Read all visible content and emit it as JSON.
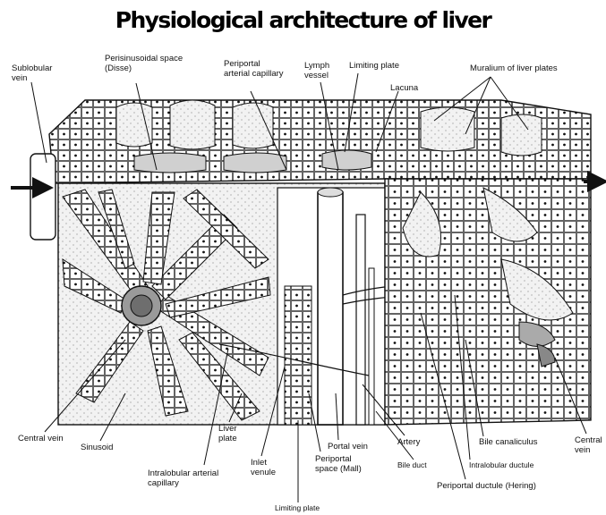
{
  "title": "Physiological architecture of liver",
  "labels": {
    "sublobular_vein": "Sublobular vein",
    "perisinusoidal_space": "Perisinusoidal space (Disse)",
    "periportal_capillary": "Periportal arterial capillary",
    "lymph_vessel": "Lymph vessel",
    "limiting_plate_top": "Limiting plate",
    "lacuna": "Lacuna",
    "muralium": "Muralium of liver plates",
    "central_vein": "Central vein",
    "sinusoid": "Sinusoid",
    "liver_plate": "Liver plate",
    "intralobular_capillary": "Intralobular arterial capillary",
    "inlet_venule": "Inlet venule",
    "periportal_space": "Periportal space (Mall)",
    "limiting_plate_bottom": "Limiting plate",
    "portal_vein": "Portal vein",
    "artery": "Artery",
    "bile_duct": "Bile duct",
    "bile_canaliculus": "Bile canaliculus",
    "intralobular_ductule": "Intralobular ductule",
    "periportal_ductule": "Periportal ductule (Hering)",
    "central_vein_right": "Central vein"
  },
  "colors": {
    "ink": "#111111",
    "paper": "#ffffff",
    "sinusoid_fill": "#e6e6e6",
    "shade": "#bdbdbd"
  }
}
